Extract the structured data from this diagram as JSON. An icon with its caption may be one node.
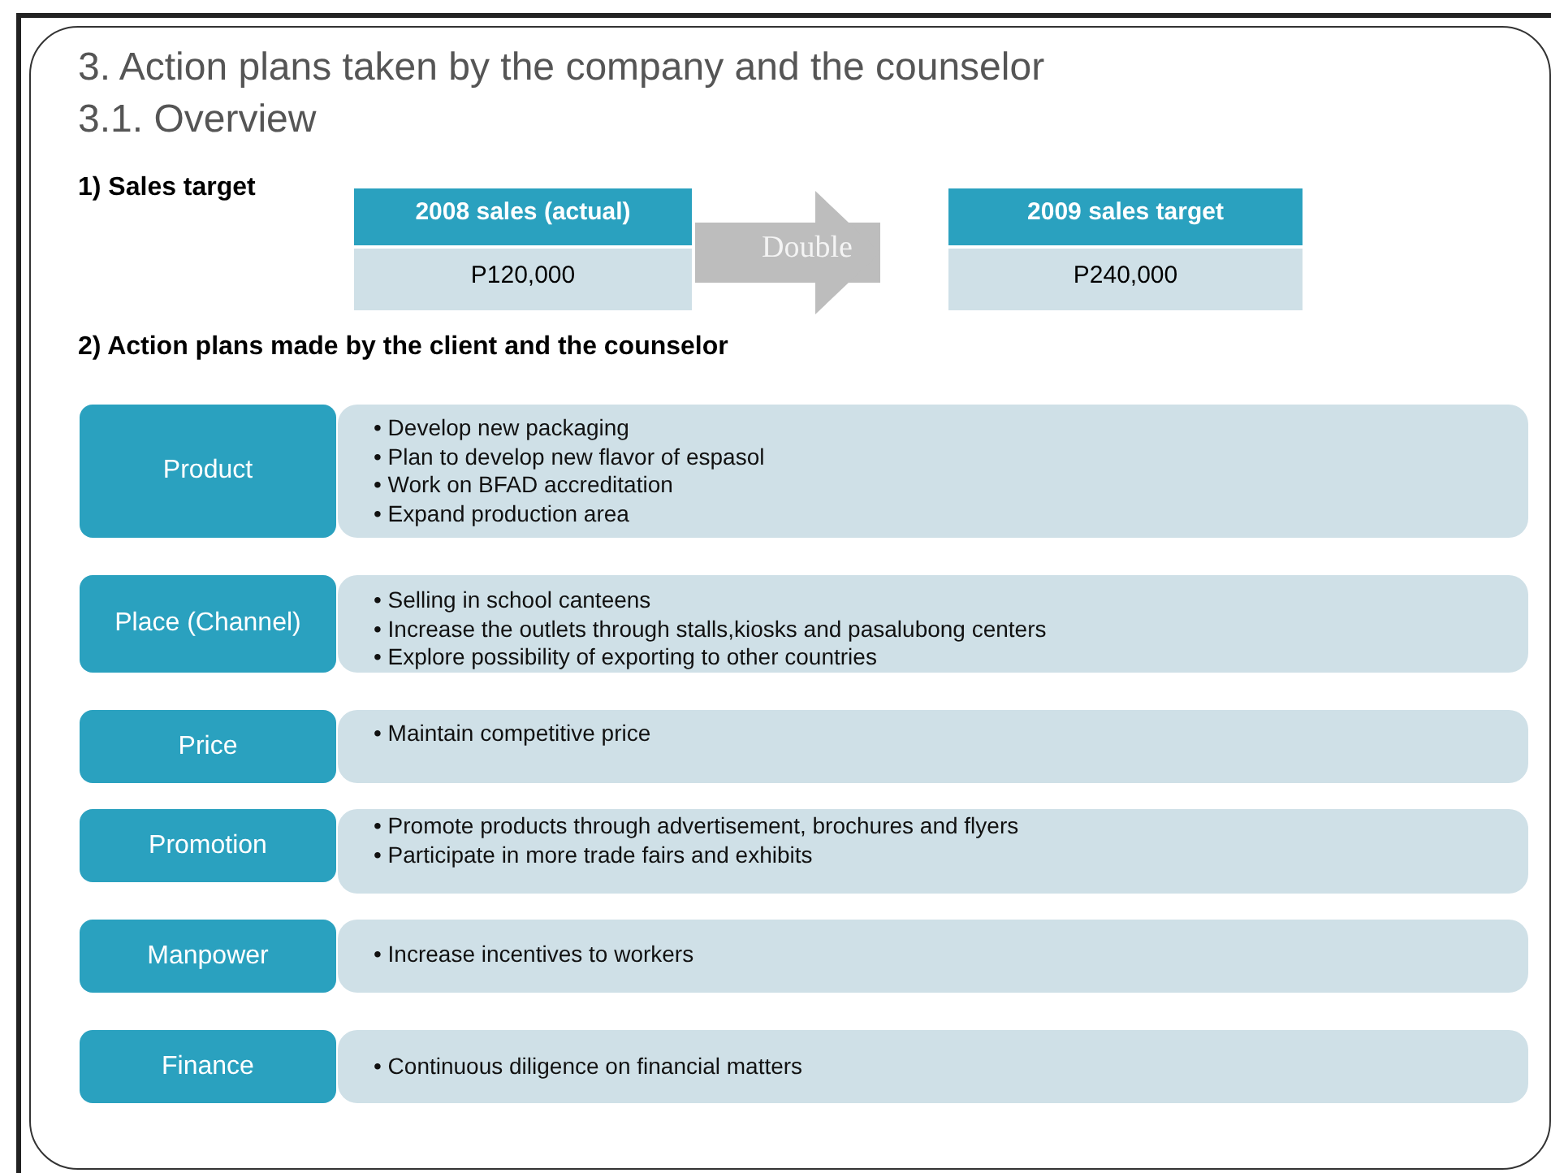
{
  "diagram": {
    "title": "3. Action plans taken by the company and the counselor",
    "nodes": [
      {
        "text": [
          "2008 sales (actual)",
          "P120,000"
        ]
      },
      {
        "text": [
          "2009 sales target",
          "P240,000"
        ]
      },
      {
        "text": [
          "Product"
        ]
      },
      {
        "text": [
          "• Develop new packaging",
          "• Plan to develop new flavor of espasol",
          "• Work on BFAD accreditation",
          "• Expand production area"
        ]
      },
      {
        "text": [
          "Place (Channel)"
        ]
      },
      {
        "text": [
          "• Selling in school canteens",
          "• Increase the outlets through stalls,kiosks and pasalubong centers",
          "• Explore possibility of exporting to other countries"
        ]
      },
      {
        "text": [
          "Price"
        ]
      },
      {
        "text": [
          "• Maintain competitive price"
        ]
      },
      {
        "text": [
          "Promotion"
        ]
      },
      {
        "text": [
          "• Promote products through advertisement, brochures and flyers",
          "• Participate in more trade fairs and exhibits"
        ]
      },
      {
        "text": [
          "Manpower"
        ]
      },
      {
        "text": [
          "• Increase incentives to workers"
        ]
      },
      {
        "text": [
          "Finance"
        ]
      },
      {
        "text": [
          "• Continuous diligence on financial matters"
        ]
      }
    ],
    "edges": [
      {
        "from": 0,
        "to": 1,
        "arrow": "to",
        "label": "Double"
      }
    ],
    "labels": [
      "3.1. Overview",
      "1) Sales target",
      "2) Action plans made by the client and the counselor"
    ]
  }
}
